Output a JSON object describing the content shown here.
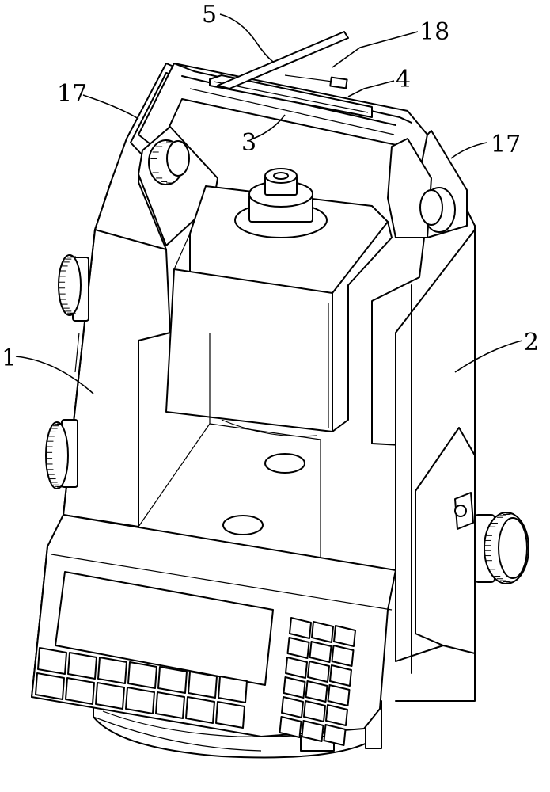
{
  "figure": {
    "labels": {
      "l1": "1",
      "l2": "2",
      "l3": "3",
      "l4": "4",
      "l5": "5",
      "l17a": "17",
      "l17b": "17",
      "l18": "18"
    },
    "keypad_left": {
      "rows": 2,
      "cols": 7
    },
    "keypad_right": {
      "rows": 6,
      "cols": 3
    }
  }
}
